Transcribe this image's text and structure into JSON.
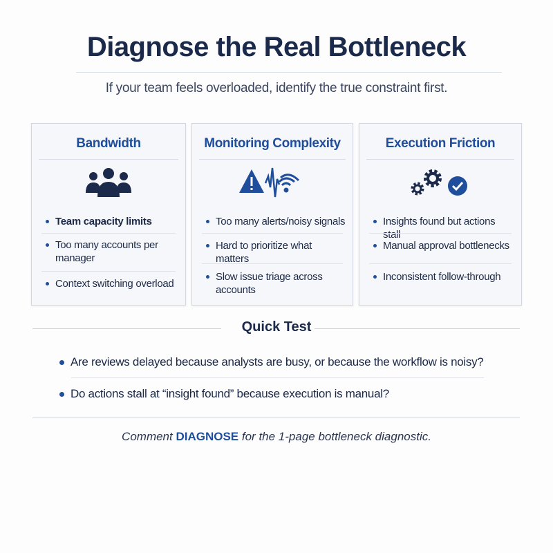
{
  "title": "Diagnose the Real Bottleneck",
  "subtitle": "If your team feels overloaded, identify the true constraint first.",
  "cards": [
    {
      "title": "Bandwidth",
      "icon": "team-icon",
      "items": [
        "Team capacity limits",
        "Too many accounts per manager",
        "Context switching overload"
      ]
    },
    {
      "title": "Monitoring Complexity",
      "icon": "alert-signal-icon",
      "items": [
        "Too many alerts/noisy signals",
        "Hard to prioritize what matters",
        "Slow issue triage across accounts"
      ]
    },
    {
      "title": "Execution Friction",
      "icon": "gears-check-icon",
      "items": [
        "Insights found but actions stall",
        "Manual approval bottlenecks",
        "Inconsistent follow-through"
      ]
    }
  ],
  "quick_test": {
    "heading": "Quick Test",
    "questions": [
      "Are reviews delayed because analysts are busy, or because the workflow is noisy?",
      "Do actions stall at “insight found” because execution is manual?"
    ]
  },
  "footer": {
    "pre": "Comment ",
    "keyword": "DIAGNOSE",
    "post": " for the 1-page bottleneck diagnostic."
  },
  "colors": {
    "accent": "#1f4e9c",
    "navy": "#1b2a4a"
  }
}
